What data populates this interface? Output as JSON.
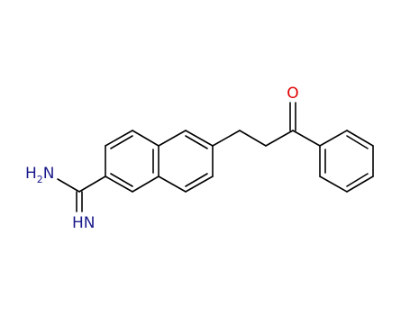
{
  "molecule": {
    "labels": {
      "oxygen": "O",
      "amine_n": "H",
      "amine_sub": "2",
      "amine_n_letter": "N",
      "imine_n": "HN"
    },
    "colors": {
      "bond": "#000000",
      "nitrogen": "#1a1a8c",
      "oxygen": "#e00000"
    }
  }
}
